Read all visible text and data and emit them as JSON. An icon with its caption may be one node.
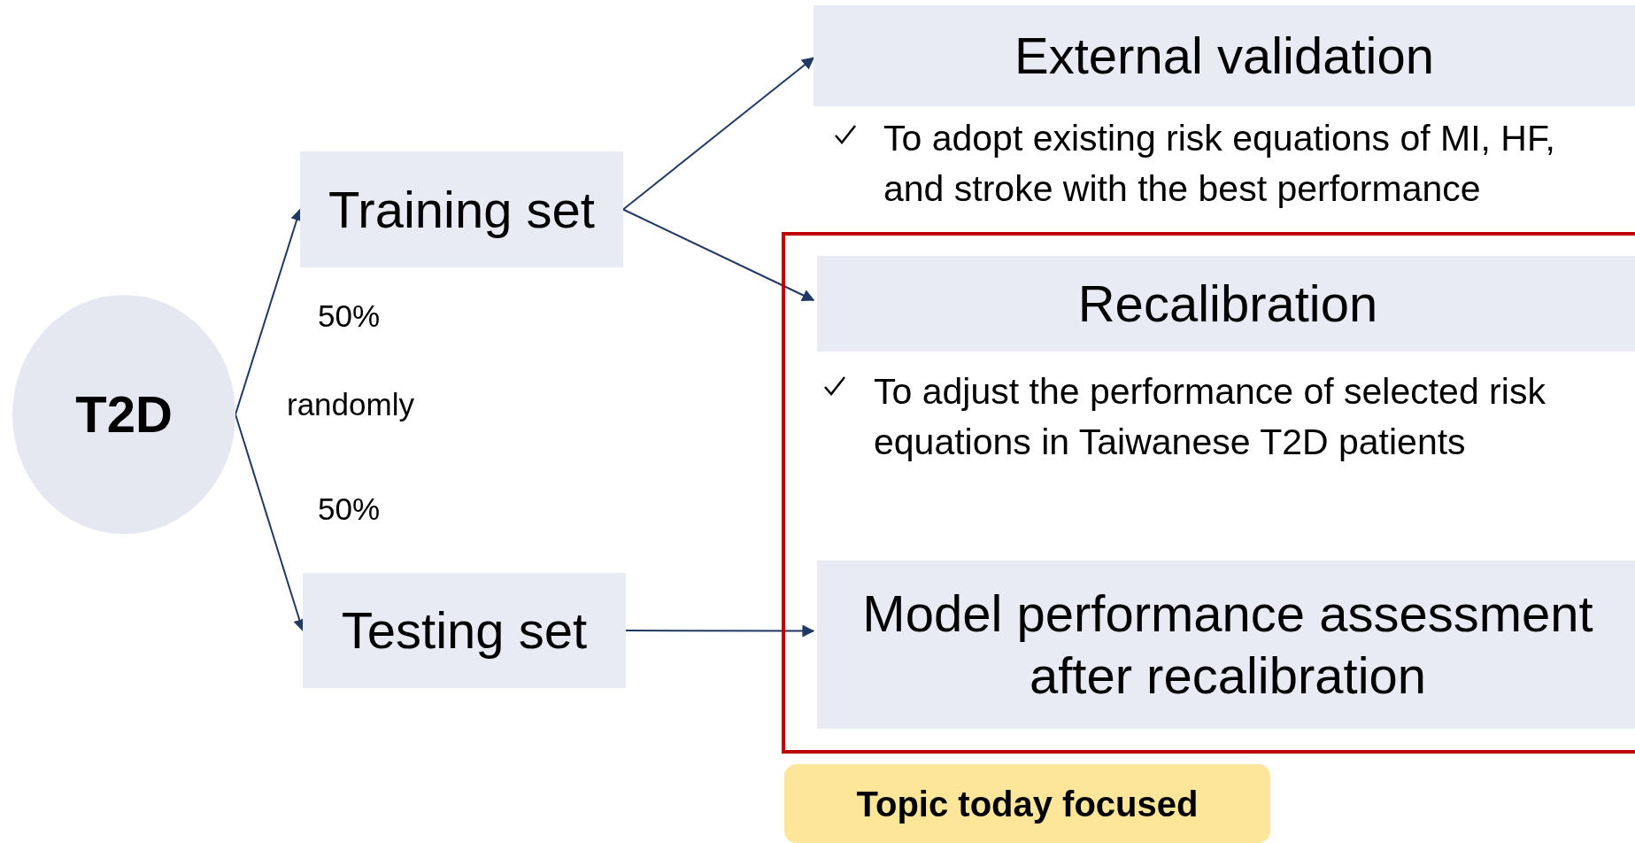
{
  "diagram": {
    "nodes": [
      {
        "text": [
          "T2D"
        ]
      },
      {
        "text": [
          "Training set"
        ]
      },
      {
        "text": [
          "Testing set"
        ]
      },
      {
        "text": [
          "External validation"
        ],
        "beside": [
          "To adopt existing risk equations of MI, HF, and stroke with the best performance"
        ]
      },
      {
        "text": [],
        "shape": "box"
      },
      {
        "text": [
          "Recalibration"
        ],
        "in": 4,
        "beside": [
          "To adjust the performance of selected risk equations in Taiwanese T2D patients"
        ]
      },
      {
        "text": [
          "Model performance assessment after recalibration"
        ],
        "in": 4
      },
      {
        "text": [
          "Topic today focused"
        ]
      }
    ],
    "edges": [
      {
        "from": 0,
        "to": 1,
        "arrow": "to"
      },
      {
        "from": 0,
        "to": 2,
        "arrow": "to"
      },
      {
        "from": 1,
        "to": 3,
        "arrow": "to"
      },
      {
        "from": 1,
        "to": 5,
        "arrow": "to"
      },
      {
        "from": 2,
        "to": 6,
        "arrow": "to"
      }
    ],
    "labels": [
      "50%",
      "randomly",
      "50%"
    ]
  }
}
